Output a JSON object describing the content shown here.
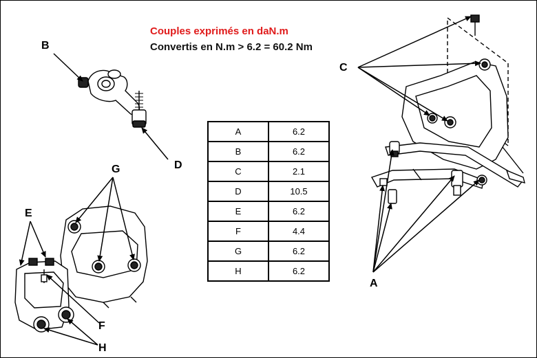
{
  "header": {
    "line1": "Couples exprimés en daN.m",
    "line2": "Convertis en N.m > 6.2 = 60.2 Nm"
  },
  "table": {
    "rows": [
      {
        "key": "A",
        "value": "6.2"
      },
      {
        "key": "B",
        "value": "6.2"
      },
      {
        "key": "C",
        "value": "2.1"
      },
      {
        "key": "D",
        "value": "10.5"
      },
      {
        "key": "E",
        "value": "6.2"
      },
      {
        "key": "F",
        "value": "4.4"
      },
      {
        "key": "G",
        "value": "6.2"
      },
      {
        "key": "H",
        "value": "6.2"
      }
    ]
  },
  "labels": {
    "B": "B",
    "D": "D",
    "C": "C",
    "A": "A",
    "G": "G",
    "E": "E",
    "F": "F",
    "H": "H"
  }
}
